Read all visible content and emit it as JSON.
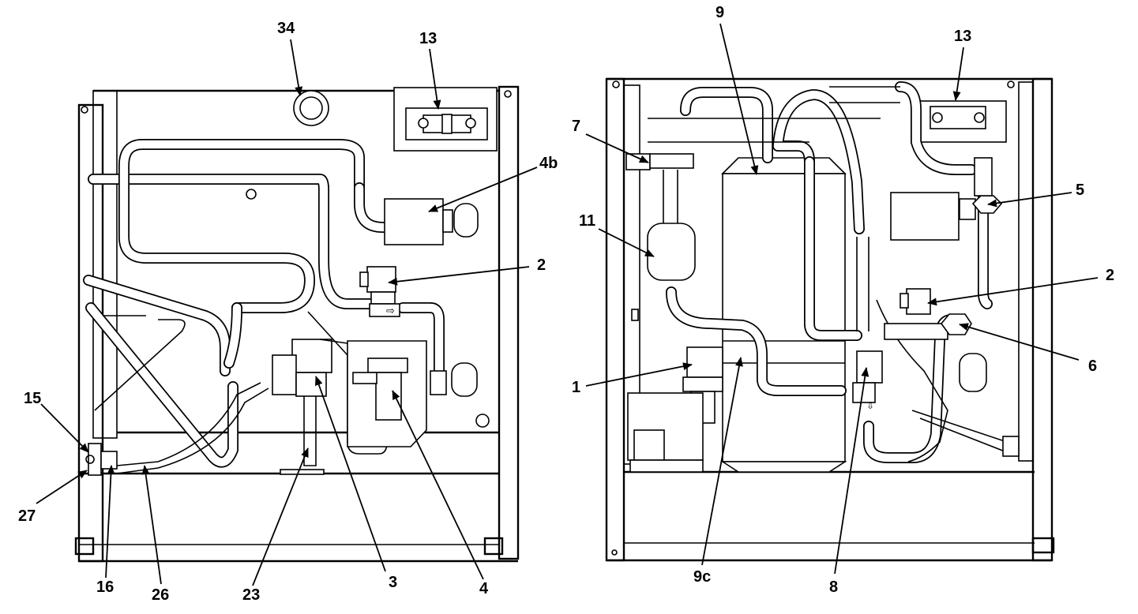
{
  "colors": {
    "line": "#000000",
    "background": "#ffffff"
  },
  "left_view": {
    "callouts": {
      "c34": "34",
      "c13": "13",
      "c4b": "4b",
      "c2": "2",
      "c15": "15",
      "c27": "27",
      "c16": "16",
      "c26": "26",
      "c23": "23",
      "c3": "3",
      "c4": "4"
    }
  },
  "right_view": {
    "callouts": {
      "c9": "9",
      "c13": "13",
      "c7": "7",
      "c5": "5",
      "c11": "11",
      "c2": "2",
      "c6": "6",
      "c1": "1",
      "c9c": "9c",
      "c8": "8"
    }
  }
}
